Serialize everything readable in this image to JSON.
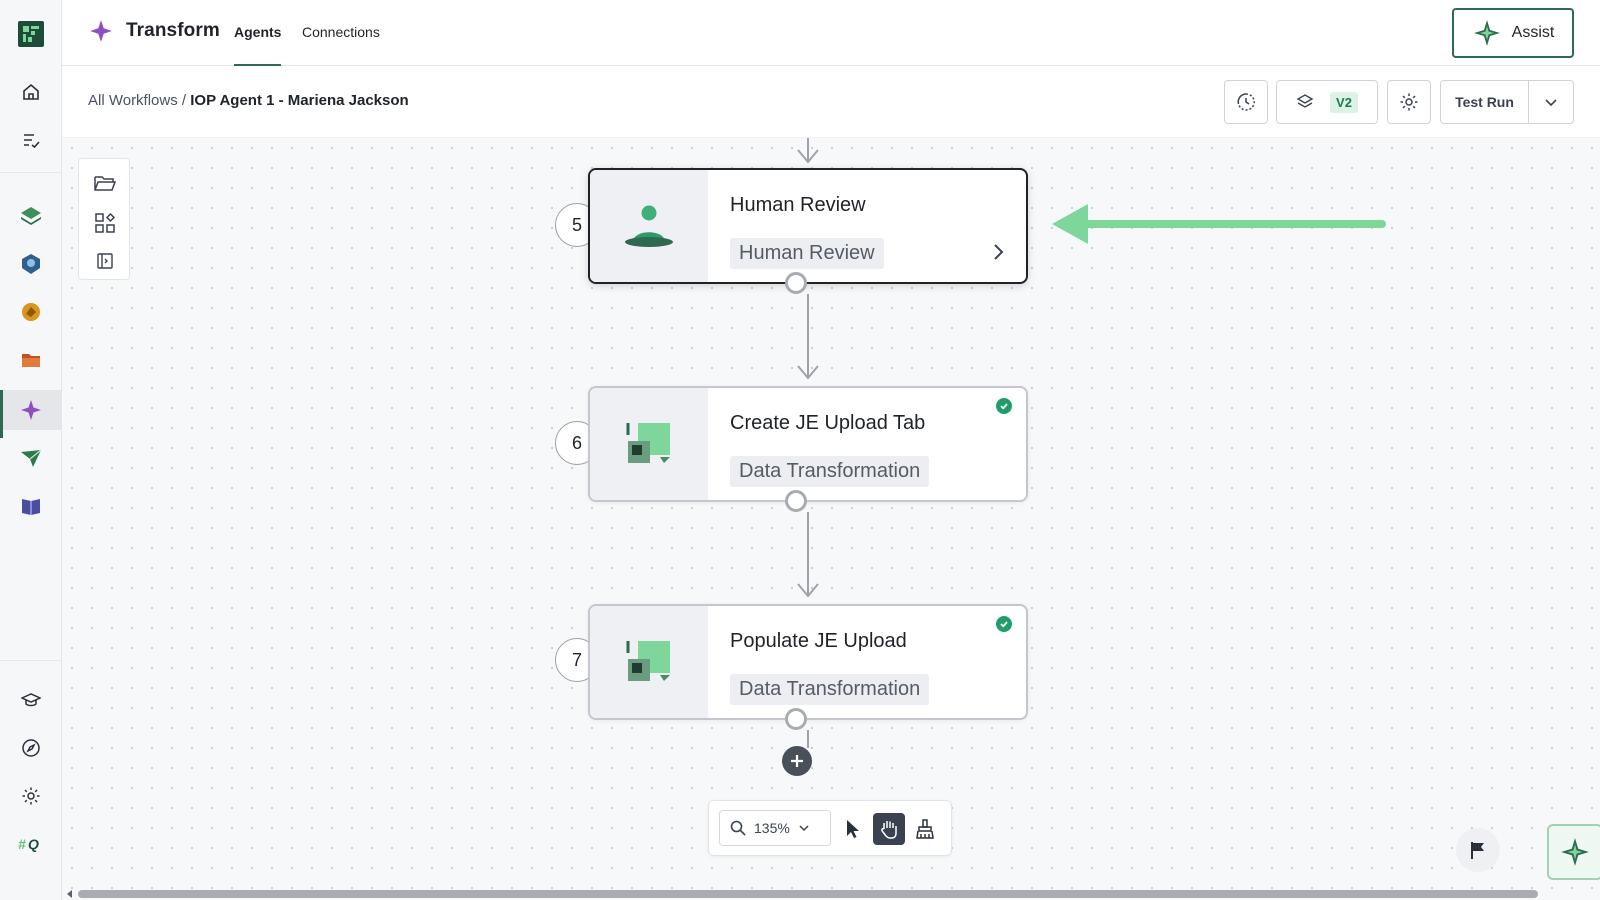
{
  "app": {
    "title": "Transform"
  },
  "topbar": {
    "tabs": [
      {
        "label": "Agents",
        "active": true
      },
      {
        "label": "Connections",
        "active": false
      }
    ],
    "assist_label": "Assist"
  },
  "breadcrumb": {
    "parent": "All Workflows",
    "separator": "/",
    "current": "IOP Agent 1 - Mariena Jackson"
  },
  "toolbar": {
    "version_label": "V2",
    "test_run_label": "Test Run"
  },
  "nodes": [
    {
      "step": "5",
      "title": "Human Review",
      "tag": "Human Review",
      "icon": "person-icon",
      "selected": true,
      "has_chevron": true,
      "completed": false
    },
    {
      "step": "6",
      "title": "Create JE Upload Tab",
      "tag": "Data Transformation",
      "icon": "data-transformation-icon",
      "selected": false,
      "completed": true
    },
    {
      "step": "7",
      "title": "Populate JE Upload",
      "tag": "Data Transformation",
      "icon": "data-transformation-icon",
      "selected": false,
      "completed": true
    }
  ],
  "zoom": {
    "value": "135%"
  },
  "rail": {
    "top_items": [
      "home-icon",
      "tasks-icon"
    ],
    "app_items": [
      "stack-app-icon",
      "shield-app-icon",
      "sync-app-icon",
      "folder-app-icon",
      "transform-app-icon",
      "send-app-icon",
      "book-app-icon"
    ],
    "bottom_items": [
      "learn-icon",
      "explore-icon",
      "settings-icon",
      "brand-icon"
    ]
  },
  "colors": {
    "accent": "#2d6a4f",
    "success": "#1f9d6b",
    "annotation_arrow": "#7fd69a",
    "transform_purple": "#8e4fc2"
  }
}
